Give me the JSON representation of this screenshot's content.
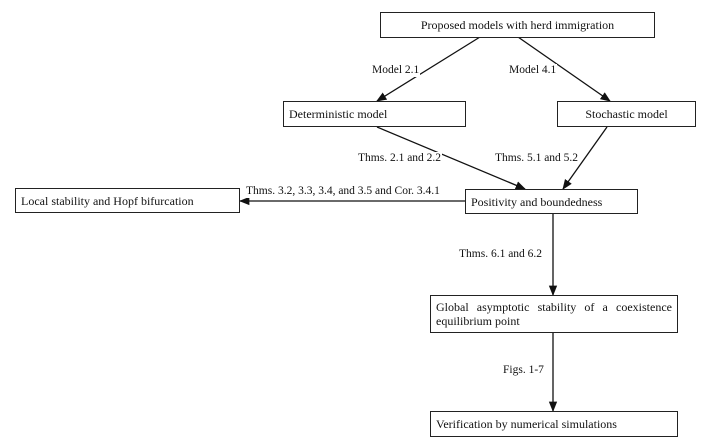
{
  "nodes": {
    "root": "Proposed models with herd immigration",
    "deterministic": "Deterministic model",
    "stochastic": "Stochastic model",
    "positivity": "Positivity and boundedness",
    "local": "Local stability and Hopf bifurcation",
    "global": "Global asymptotic stability of a coexistence equilibrium point",
    "verification": "Verification by numerical simulations"
  },
  "edges": {
    "model21": "Model 2.1",
    "model41": "Model 4.1",
    "thms21": "Thms. 2.1 and 2.2",
    "thms51": "Thms. 5.1 and 5.2",
    "thms32": "Thms. 3.2, 3.3, 3.4, and 3.5 and Cor. 3.4.1",
    "thms61": "Thms. 6.1 and 6.2",
    "figs": "Figs. 1-7"
  }
}
